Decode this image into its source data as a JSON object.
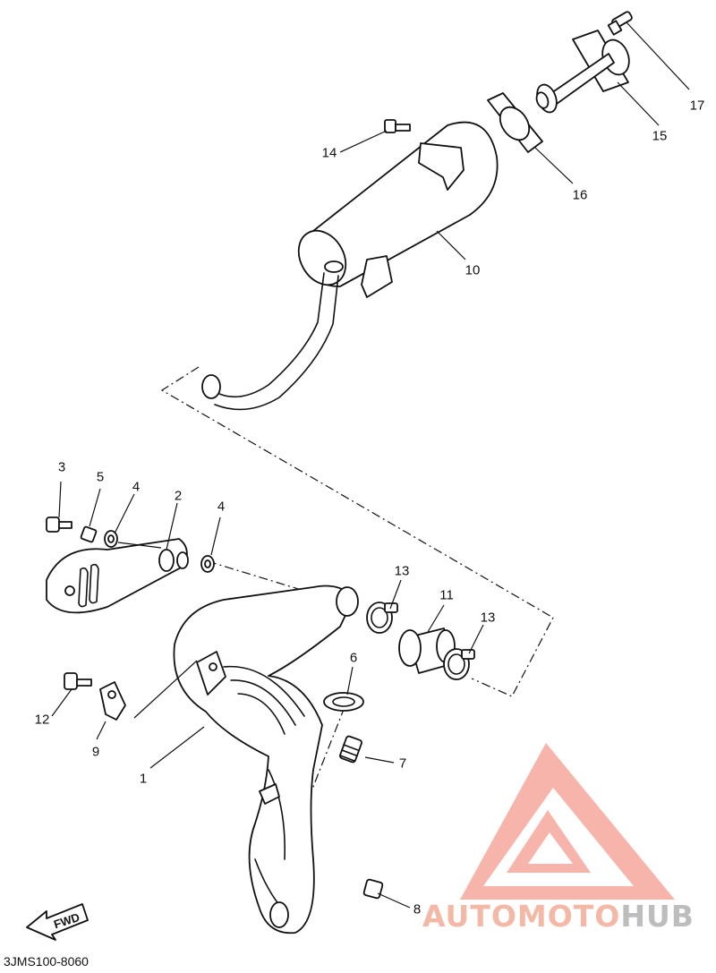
{
  "callouts": [
    {
      "id": "1",
      "label": "1"
    },
    {
      "id": "2",
      "label": "2"
    },
    {
      "id": "3",
      "label": "3"
    },
    {
      "id": "4a",
      "label": "4"
    },
    {
      "id": "4b",
      "label": "4"
    },
    {
      "id": "5",
      "label": "5"
    },
    {
      "id": "6",
      "label": "6"
    },
    {
      "id": "7",
      "label": "7"
    },
    {
      "id": "8",
      "label": "8"
    },
    {
      "id": "9",
      "label": "9"
    },
    {
      "id": "10",
      "label": "10"
    },
    {
      "id": "11",
      "label": "11"
    },
    {
      "id": "12",
      "label": "12"
    },
    {
      "id": "13a",
      "label": "13"
    },
    {
      "id": "13b",
      "label": "13"
    },
    {
      "id": "14",
      "label": "14"
    },
    {
      "id": "15",
      "label": "15"
    },
    {
      "id": "16",
      "label": "16"
    },
    {
      "id": "17",
      "label": "17"
    }
  ],
  "fwd_label": "FWD",
  "diagram_code": "3JMS100-8060",
  "watermark": {
    "part1": "AUTOMOTO",
    "part2": "HUB",
    "color_logo": "#f4a49a",
    "color_text1": "#f4b9a6",
    "color_text2": "#bdbdbd"
  }
}
